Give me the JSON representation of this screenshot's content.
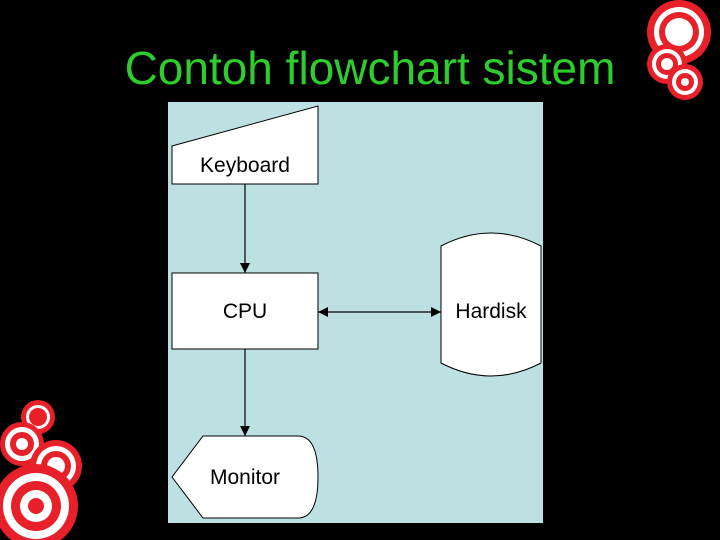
{
  "slide": {
    "title": "Contoh flowchart sistem"
  },
  "flowchart": {
    "nodes": {
      "keyboard": {
        "label": "Keyboard",
        "shape": "manual-input"
      },
      "cpu": {
        "label": "CPU",
        "shape": "process"
      },
      "hardisk": {
        "label": "Hardisk",
        "shape": "stored-data-cylinder"
      },
      "monitor": {
        "label": "Monitor",
        "shape": "display"
      }
    },
    "edges": [
      {
        "from": "keyboard",
        "to": "cpu",
        "direction": "one-way"
      },
      {
        "from": "cpu",
        "to": "hardisk",
        "direction": "two-way"
      },
      {
        "from": "cpu",
        "to": "monitor",
        "direction": "one-way"
      }
    ]
  },
  "colors": {
    "background": "#000000",
    "title": "#2ecc2e",
    "panel": "#bde0e3",
    "node_fill": "#ffffff",
    "stroke": "#000000",
    "decoration_red": "#e8202a"
  },
  "decorations": {
    "top_right": "red-concentric-circles",
    "bottom_left": "red-concentric-circles"
  }
}
